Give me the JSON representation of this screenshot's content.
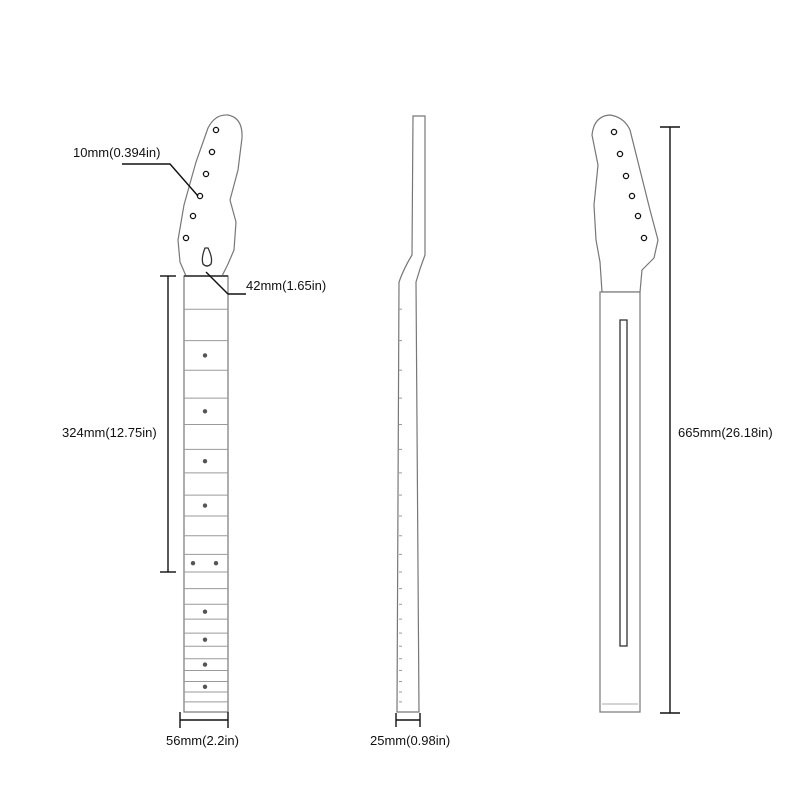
{
  "labels": {
    "tuner_hole": "10mm(0.394in)",
    "nut_width": "42mm(1.65in)",
    "scale_length": "324mm(12.75in)",
    "heel_width": "56mm(2.2in)",
    "neck_thickness": "25mm(0.98in)",
    "total_length": "665mm(26.18in)"
  },
  "colors": {
    "ink": "#111111",
    "outline": "#777777",
    "wood_grain": "#c9c9c9",
    "fret": "#9a9a9a",
    "dot": "#555555"
  }
}
